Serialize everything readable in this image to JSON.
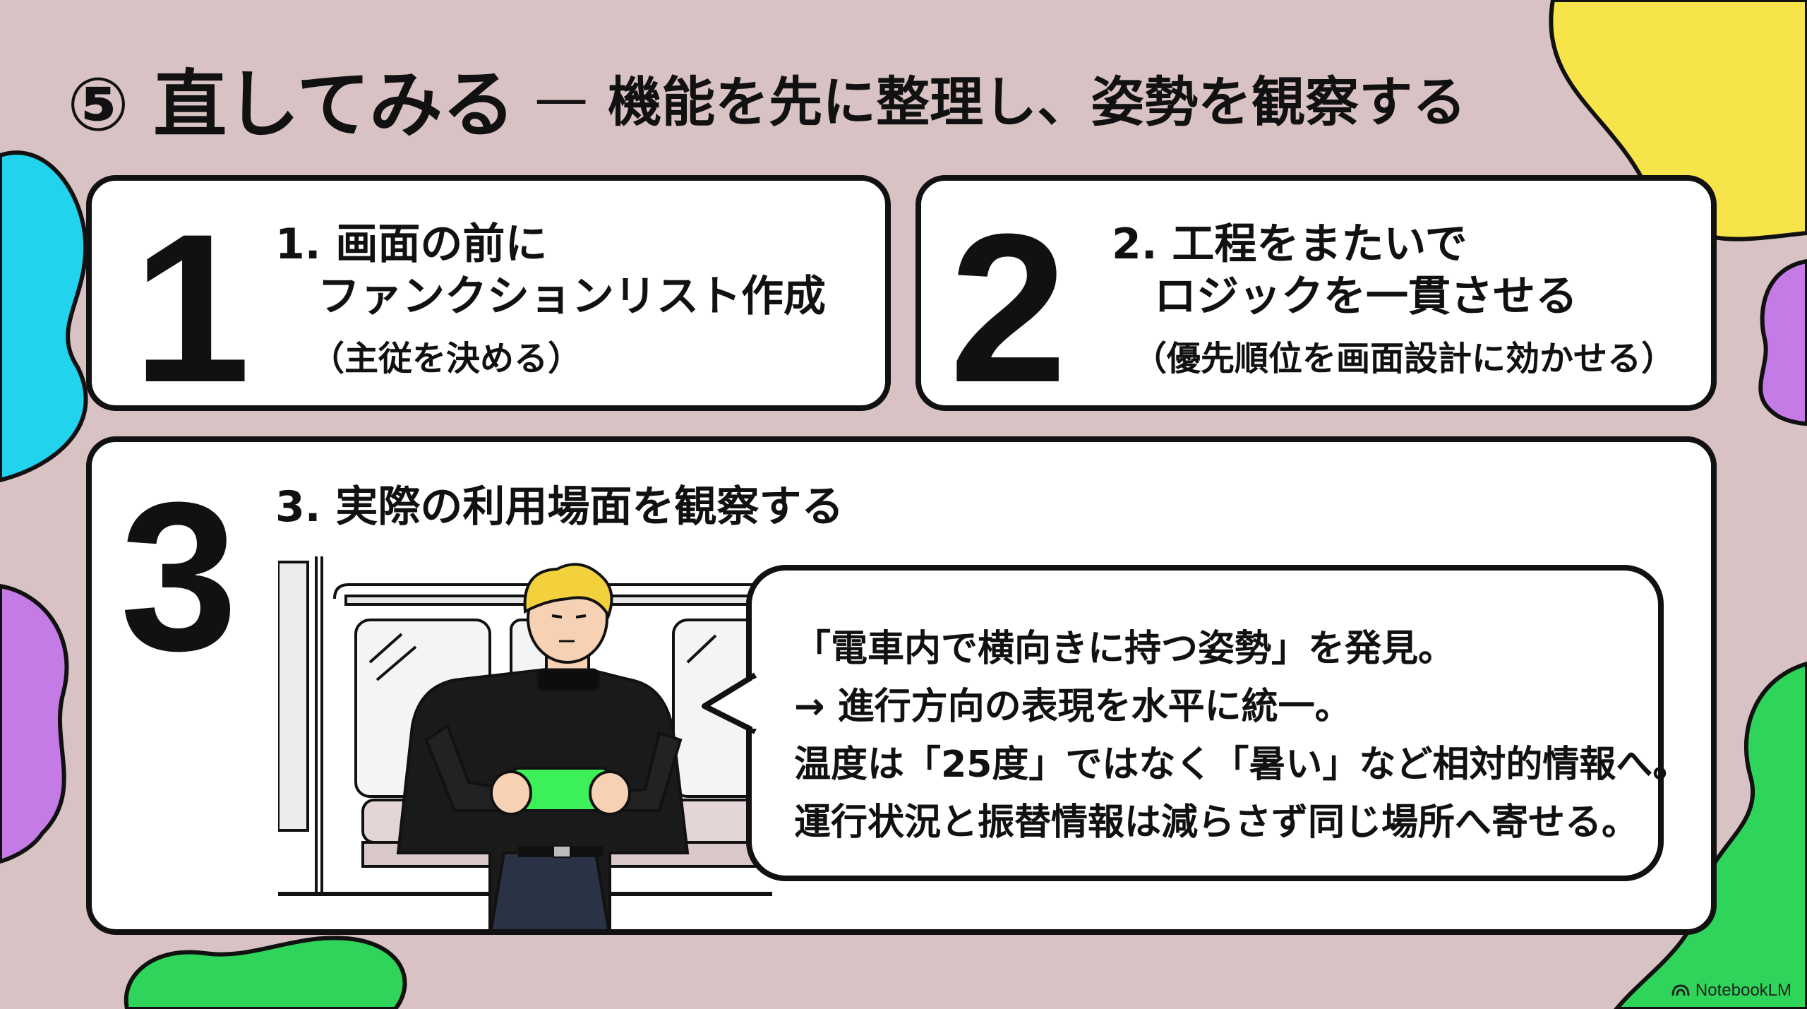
{
  "title": {
    "main": "⑤ 直してみる",
    "dash": "—",
    "subtitle": "機能を先に整理し、姿勢を観察する"
  },
  "cards": [
    {
      "number": "1",
      "line1": "1. 画面の前に",
      "line2": "ファンクションリスト作成",
      "note": "（主従を決める）"
    },
    {
      "number": "2",
      "line1": "2. 工程をまたいで",
      "line2": "ロジックを一貫させる",
      "note": "（優先順位を画面設計に効かせる）"
    },
    {
      "number": "3",
      "line1": "3. 実際の利用場面を観察する"
    }
  ],
  "speech": {
    "lines": [
      "「電車内で横向きに持つ姿勢」を発見。",
      "→ 進行方向の表現を水平に統一。",
      "温度は「25度」ではなく「暑い」など相対的情報へ。",
      "運行状況と振替情報は減らさず同じ場所へ寄せる。"
    ]
  },
  "brand": {
    "name": "NotebookLM",
    "icon": "notebooklm-logo-icon"
  },
  "colors": {
    "background": "#d8c2c4",
    "yellow": "#f7e34a",
    "cyan": "#22d3ee",
    "purple": "#c57be6",
    "green": "#2fd45a",
    "phone": "#3cf05a",
    "hair": "#f3d13c"
  }
}
